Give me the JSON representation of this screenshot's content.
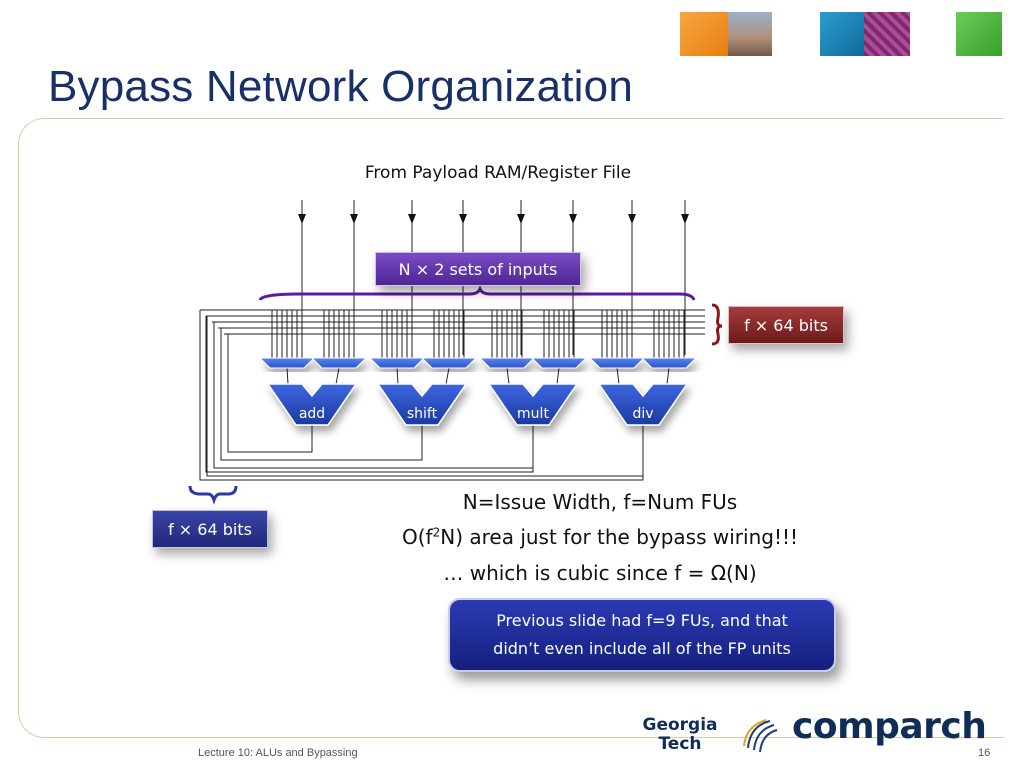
{
  "slide": {
    "title": "Bypass Network Organization",
    "footer": "Lecture 10: ALUs and Bypassing",
    "page_number": "16"
  },
  "diagram": {
    "source_caption": "From Payload RAM/Register File",
    "inputs_label": "N × 2 sets of inputs",
    "bits_label_right": "f × 64 bits",
    "bits_label_left": "f × 64 bits",
    "alus": [
      {
        "label": "add"
      },
      {
        "label": "shift"
      },
      {
        "label": "mult"
      },
      {
        "label": "div"
      }
    ],
    "colors": {
      "alu_fill": "#2447b8",
      "mux_fill": "#3a63d6",
      "brace_purple": "#5a1c9e",
      "brace_red": "#8a1a1a",
      "brace_blue": "#2a3a9e",
      "wire": "#222222"
    }
  },
  "text": {
    "line1": "N=Issue Width, f=Num FUs",
    "line2_pre": "O(f",
    "line2_sup": "2",
    "line2_post": "N) area just for the bypass wiring!!!",
    "line3": "… which is cubic since f = Ω(N)"
  },
  "note": {
    "line1": "Previous slide had f=9 FUs, and that",
    "line2": "didn’t even include all of the FP units"
  },
  "logos": {
    "gt_line1": "Georgia",
    "gt_line2": "Tech",
    "comparch": "comparch"
  }
}
